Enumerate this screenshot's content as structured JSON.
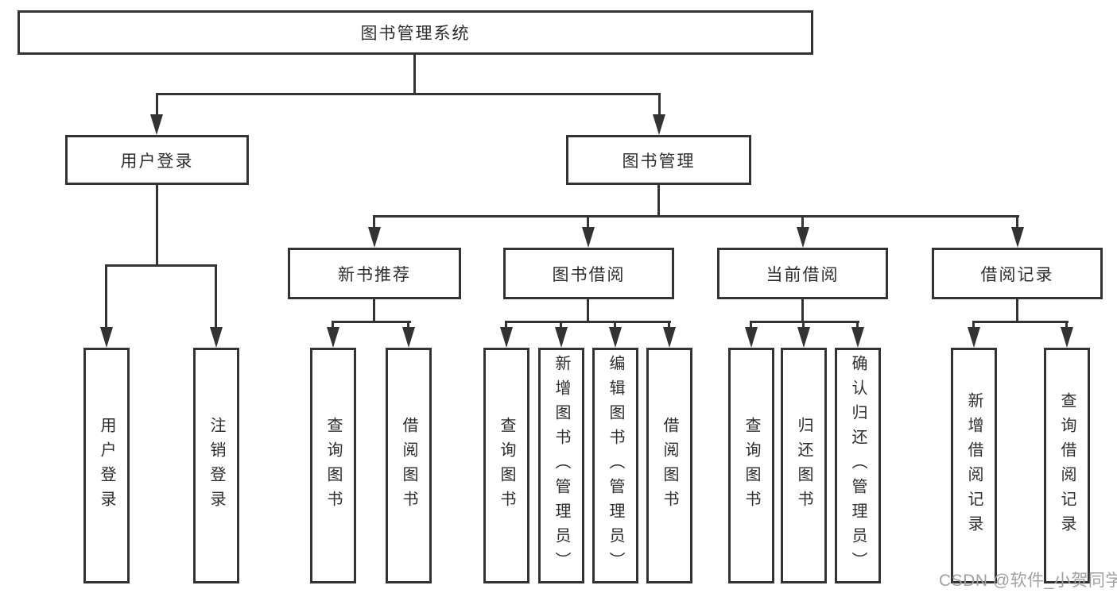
{
  "nodes": {
    "root": {
      "label": "图书管理系统"
    },
    "level2": [
      {
        "label": "用户登录"
      },
      {
        "label": "图书管理"
      }
    ],
    "level3": [
      {
        "label": "新书推荐"
      },
      {
        "label": "图书借阅"
      },
      {
        "label": "当前借阅"
      },
      {
        "label": "借阅记录"
      }
    ],
    "leaves": {
      "user_login": [
        {
          "label": "用户登录"
        },
        {
          "label": "注销登录"
        }
      ],
      "new_book": [
        {
          "label": "查询图书"
        },
        {
          "label": "借阅图书"
        }
      ],
      "book_borrow": [
        {
          "label": "查询图书"
        },
        {
          "label": "新增图书（管理员）"
        },
        {
          "label": "编辑图书（管理员）"
        },
        {
          "label": "借阅图书"
        }
      ],
      "current_borrow": [
        {
          "label": "查询图书"
        },
        {
          "label": "归还图书"
        },
        {
          "label": "确认归还（管理员）"
        }
      ],
      "borrow_records": [
        {
          "label": "新增借阅记录"
        },
        {
          "label": "查询借阅记录"
        }
      ]
    }
  },
  "watermark": "CSDN @软件_小贺同学",
  "colors": {
    "line": "#333333",
    "text": "#2d2d2d",
    "watermark": "#a0a0a0",
    "background": "#ffffff"
  }
}
